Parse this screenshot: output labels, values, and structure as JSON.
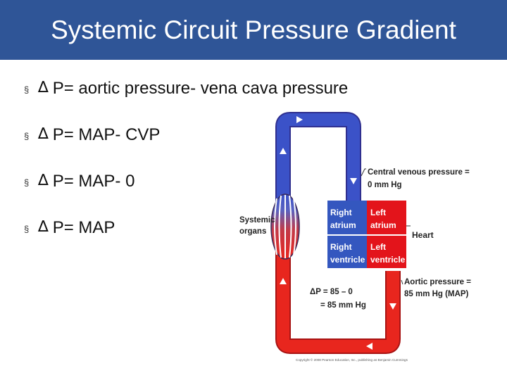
{
  "slide": {
    "title": "Systemic Circuit Pressure Gradient",
    "bullet_symbol": "§",
    "delta_symbol": "∆",
    "bullets": [
      "P= aortic pressure- vena cava pressure",
      "P= MAP- CVP",
      "P= MAP- 0",
      "P= MAP"
    ]
  },
  "diagram": {
    "systemic_organs": [
      "Systemic",
      "organs"
    ],
    "right_atrium": [
      "Right",
      "atrium"
    ],
    "left_atrium": [
      "Left",
      "atrium"
    ],
    "right_ventricle": [
      "Right",
      "ventricle"
    ],
    "left_ventricle": [
      "Left",
      "ventricle"
    ],
    "heart": "Heart",
    "cvp": [
      "Central venous pressure =",
      "0 mm Hg"
    ],
    "aortic": [
      "Aortic pressure =",
      "85 mm Hg (MAP)"
    ],
    "delta_p": [
      "ΔP = 85 – 0",
      "= 85 mm Hg"
    ],
    "copyright": "Copyright © 2008 Pearson Education, Inc., publishing as Benjamin Cummings"
  },
  "colors": {
    "title_bar": "#2f5597",
    "venous_blue": "#3b52c8",
    "arterial_red": "#e8261e",
    "atrium_blue_box": "#3457bf",
    "atrium_red_box": "#e3141b"
  }
}
